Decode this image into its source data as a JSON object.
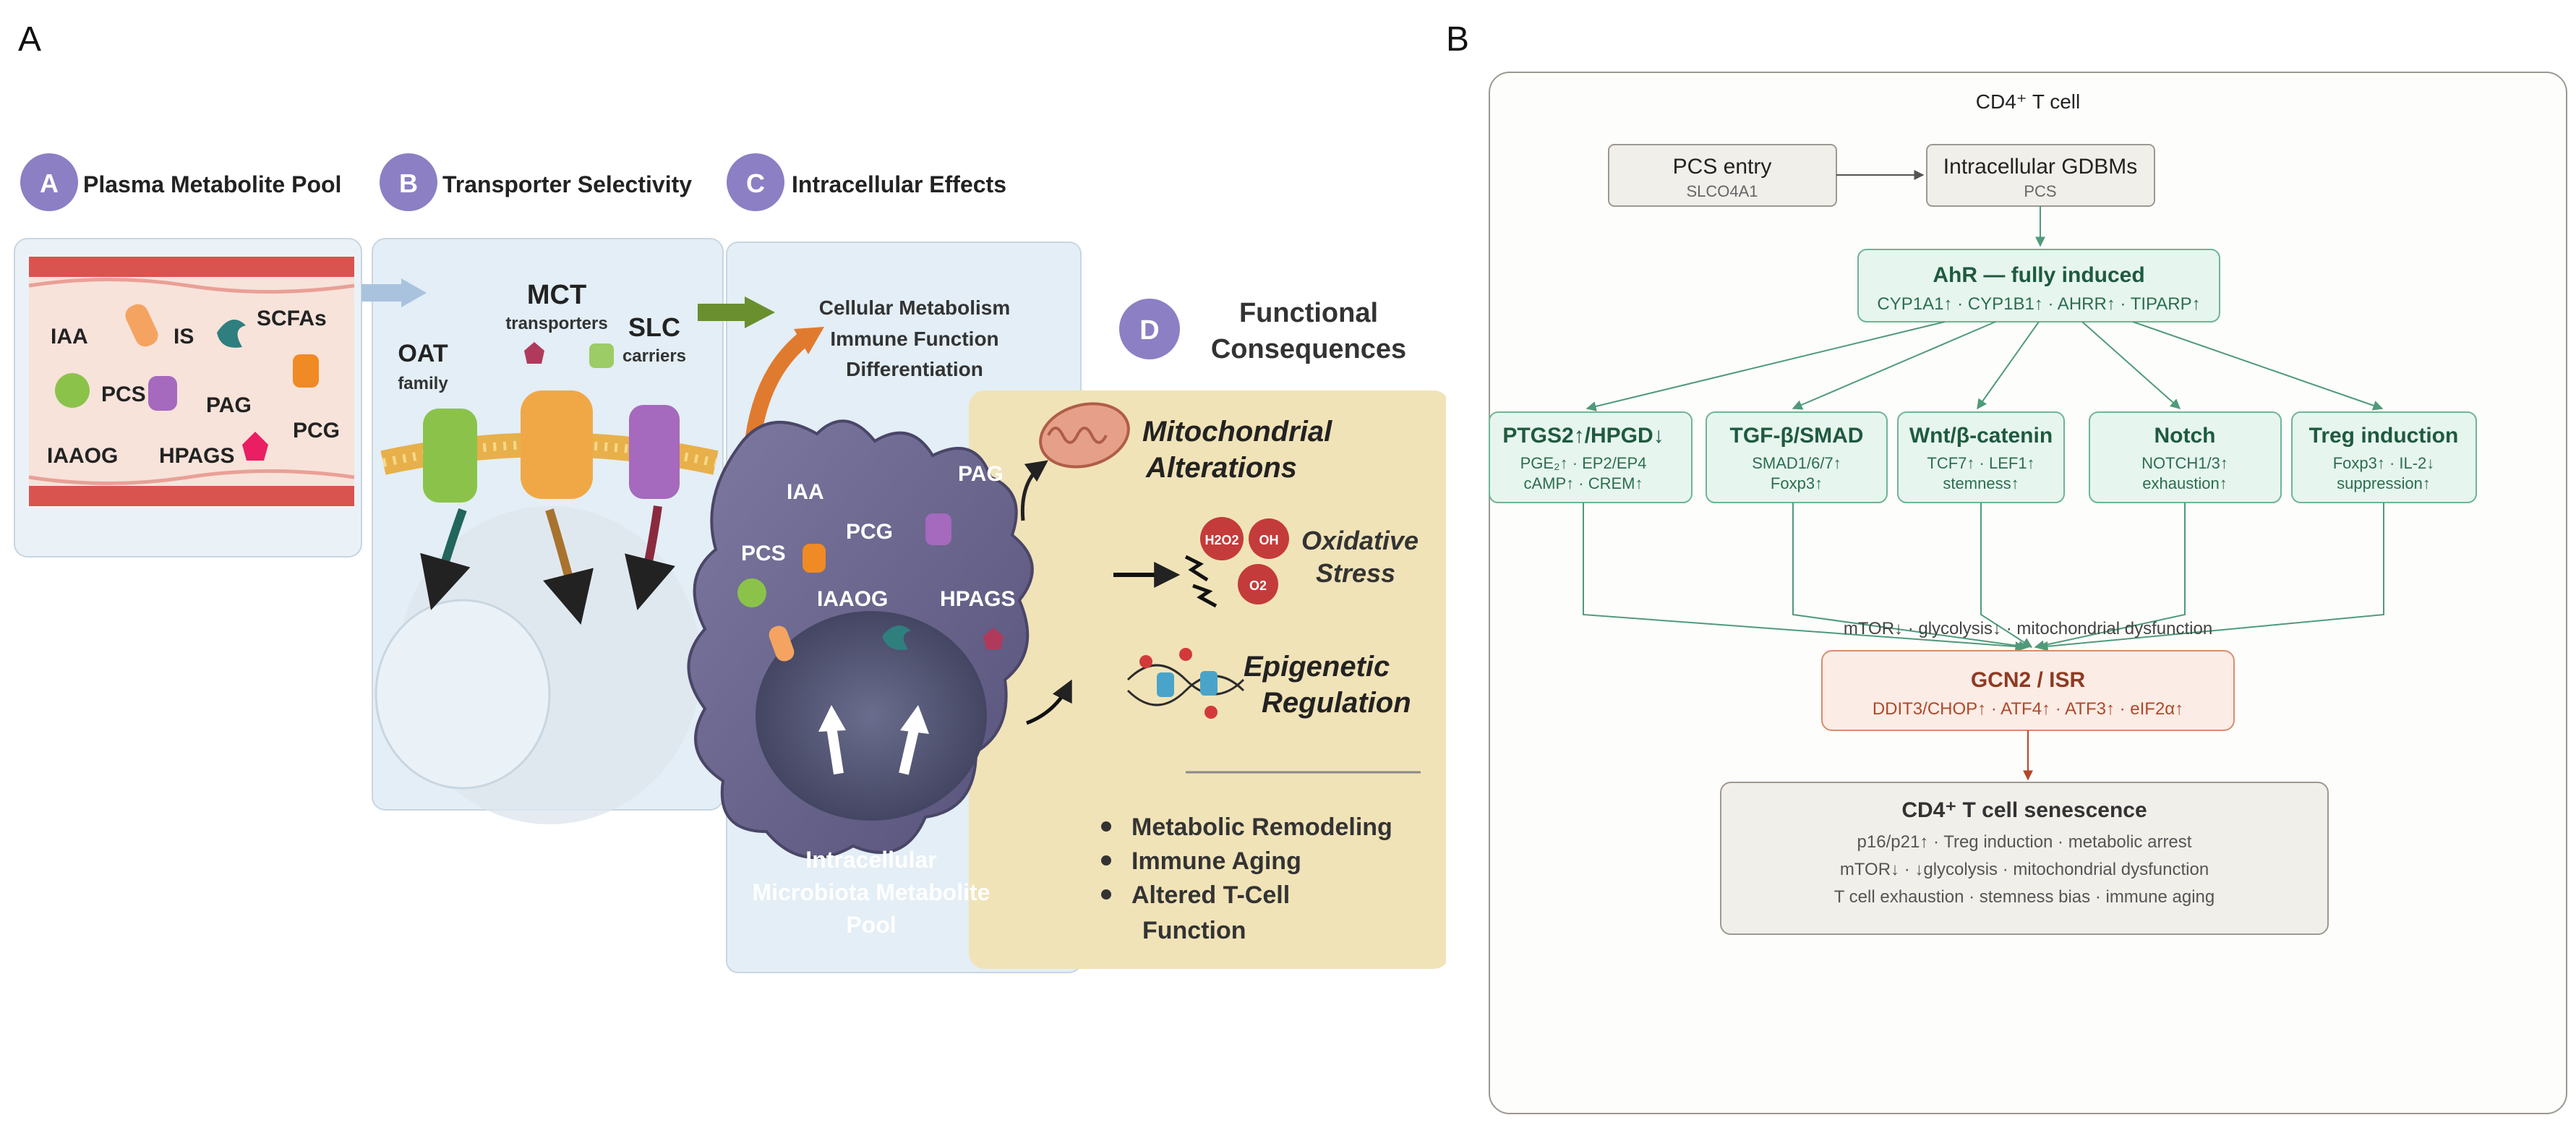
{
  "panel_a": {
    "label": "A",
    "steps": [
      {
        "badge": "A",
        "title": "Plasma Metabolite Pool"
      },
      {
        "badge": "B",
        "title": "Transporter Selectivity"
      },
      {
        "badge": "C",
        "title": "Intracellular Effects"
      },
      {
        "badge": "D",
        "title_line1": "Functional",
        "title_line2": "Consequences"
      }
    ],
    "plasma_metabolites": [
      "IAA",
      "IS",
      "SCFAs",
      "PCS",
      "PAG",
      "PCG",
      "IAAOG",
      "HPAGS"
    ],
    "transporters": {
      "oat_title": "OAT",
      "oat_sub": "family",
      "mct_title": "MCT",
      "mct_sub": "transporters",
      "slc_title": "SLC",
      "slc_sub": "carriers"
    },
    "effects_lines": [
      "Cellular Metabolism",
      "Immune Function",
      "Differentiation"
    ],
    "cell_metabolites": [
      "IAA",
      "PAG",
      "PCG",
      "PCS",
      "IAAOG",
      "HPAGS"
    ],
    "pool_lines": [
      "Intracellular",
      "Microbiota Metabolite",
      "Pool"
    ],
    "consequences": {
      "mito_line1": "Mitochondrial",
      "mito_line2": "Alterations",
      "ox_line1": "Oxidative",
      "ox_line2": "Stress",
      "epi_line1": "Epigenetic",
      "epi_line2": "Regulation",
      "ros": [
        "H2O2",
        "OH",
        "O2"
      ],
      "bullets": [
        "Metabolic Remodeling",
        "Immune Aging",
        "Altered T-Cell",
        "Function"
      ]
    }
  },
  "panel_b": {
    "label": "B",
    "title": "CD4⁺ T cell",
    "entry": {
      "title": "PCS entry",
      "sub": "SLCO4A1"
    },
    "gdbm": {
      "title": "Intracellular GDBMs",
      "sub": "PCS"
    },
    "ahr": {
      "title": "AhR — fully induced",
      "sub": "CYP1A1↑ · CYP1B1↑ · AHRR↑ · TIPARP↑"
    },
    "pathways": [
      {
        "title": "PTGS2↑/HPGD↓",
        "l1": "PGE₂↑ · EP2/EP4",
        "l2": "cAMP↑ · CREM↑"
      },
      {
        "title": "TGF-β/SMAD",
        "l1": "SMAD1/6/7↑",
        "l2": "Foxp3↑"
      },
      {
        "title": "Wnt/β-catenin",
        "l1": "TCF7↑ · LEF1↑",
        "l2": "stemness↑"
      },
      {
        "title": "Notch",
        "l1": "NOTCH1/3↑",
        "l2": "exhaustion↑"
      },
      {
        "title": "Treg induction",
        "l1": "Foxp3↑ · IL-2↓",
        "l2": "suppression↑"
      }
    ],
    "converge_label": "mTOR↓ · glycolysis↓ · mitochondrial dysfunction",
    "gcn2": {
      "title": "GCN2 / ISR",
      "sub": "DDIT3/CHOP↑ · ATF4↑ · ATF3↑ · eIF2α↑"
    },
    "senescence": {
      "title": "CD4⁺ T cell senescence",
      "lines": [
        "p16/p21↑ · Treg induction · metabolic arrest",
        "mTOR↓ · ↓glycolysis · mitochondrial dysfunction",
        "T cell exhaustion · stemness bias · immune aging"
      ]
    }
  },
  "colors": {
    "badge": "#8c7fc4",
    "vessel": "#d9534f",
    "plasma_bg": "#f7e3da",
    "cell": "#6e6a8c",
    "membrane": "#e8b04a",
    "consequence_bg": "#f1e3b8",
    "green_box": "#e7f5ef",
    "green_border": "#6fb594",
    "green_text": "#2b6e4f",
    "gcn2_box": "#fbece5",
    "gcn2_border": "#d88c6e",
    "gcn2_text": "#b0482a",
    "neutral_box": "#f1efea",
    "neutral_border": "#9d9990"
  }
}
